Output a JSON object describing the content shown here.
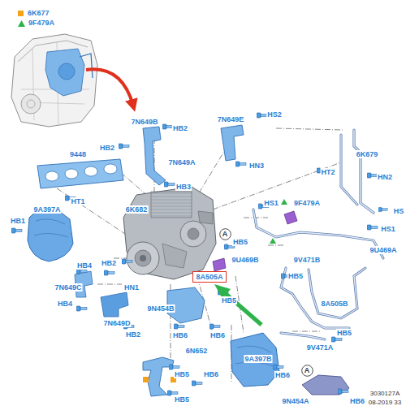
{
  "diagram": {
    "nodes": [
      {
        "text": [
          "A"
        ]
      },
      {
        "text": [
          "8A505A"
        ]
      },
      {
        "text": [
          "A"
        ]
      }
    ],
    "labels": [
      "7N649B",
      "HB2",
      "7N649E",
      "HS2",
      "HB2",
      "9448",
      "6K679",
      "7N649A",
      "HN3",
      "HT2",
      "HN2",
      "HB3",
      "9A397A",
      "HT1",
      "6K682",
      "HS1",
      "9F479A",
      "HS",
      "HB1",
      "HS1",
      "HB5",
      "9U469A",
      "HB4",
      "HB2",
      "9U469B",
      "9V471B",
      "7N649C",
      "HN1",
      "HB5",
      "HB5",
      "HB4",
      "9N454B",
      "8A505B",
      "7N649D",
      "HB2",
      "HB6",
      "HB6",
      "HB5",
      "6N652",
      "9V471A",
      "HB5",
      "HB6",
      "9A397B",
      "HB6",
      "HB5",
      "9N454A",
      "HB6",
      "3030127A",
      "08-2019 33"
    ],
    "legend": [
      {
        "text": "6K677",
        "color": "#f5a21b"
      },
      {
        "text": "9F479A"
      }
    ]
  }
}
